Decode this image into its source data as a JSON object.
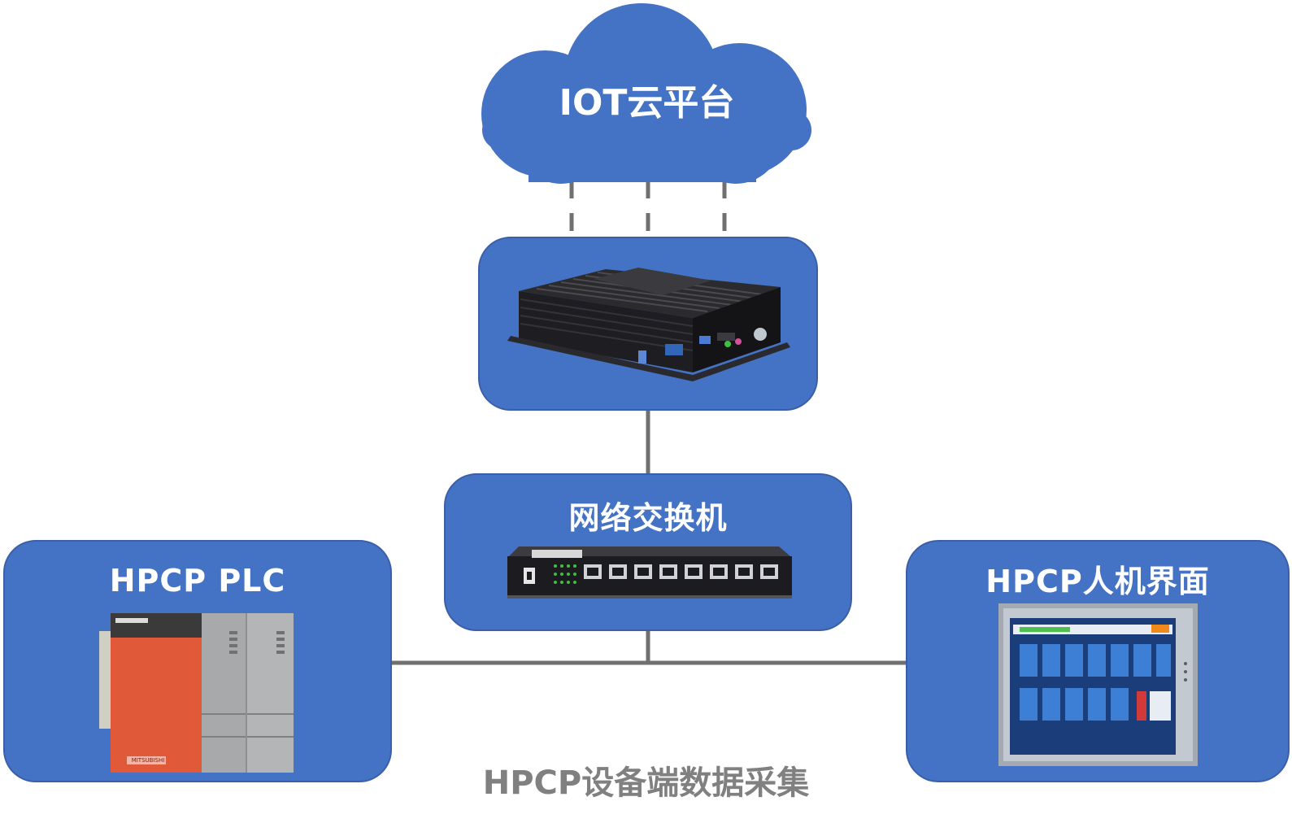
{
  "cloud": {
    "label": "IOT云平台"
  },
  "gateway": {
    "label": ""
  },
  "switch": {
    "label": "网络交换机"
  },
  "plc": {
    "label": "HPCP PLC",
    "brand": "MITSUBISHI"
  },
  "hmi": {
    "label": "HPCP人机界面"
  },
  "footer": {
    "caption": "HPCP设备端数据采集"
  },
  "colors": {
    "node": "#4472c4",
    "connector": "#707070",
    "footer": "#808080"
  }
}
